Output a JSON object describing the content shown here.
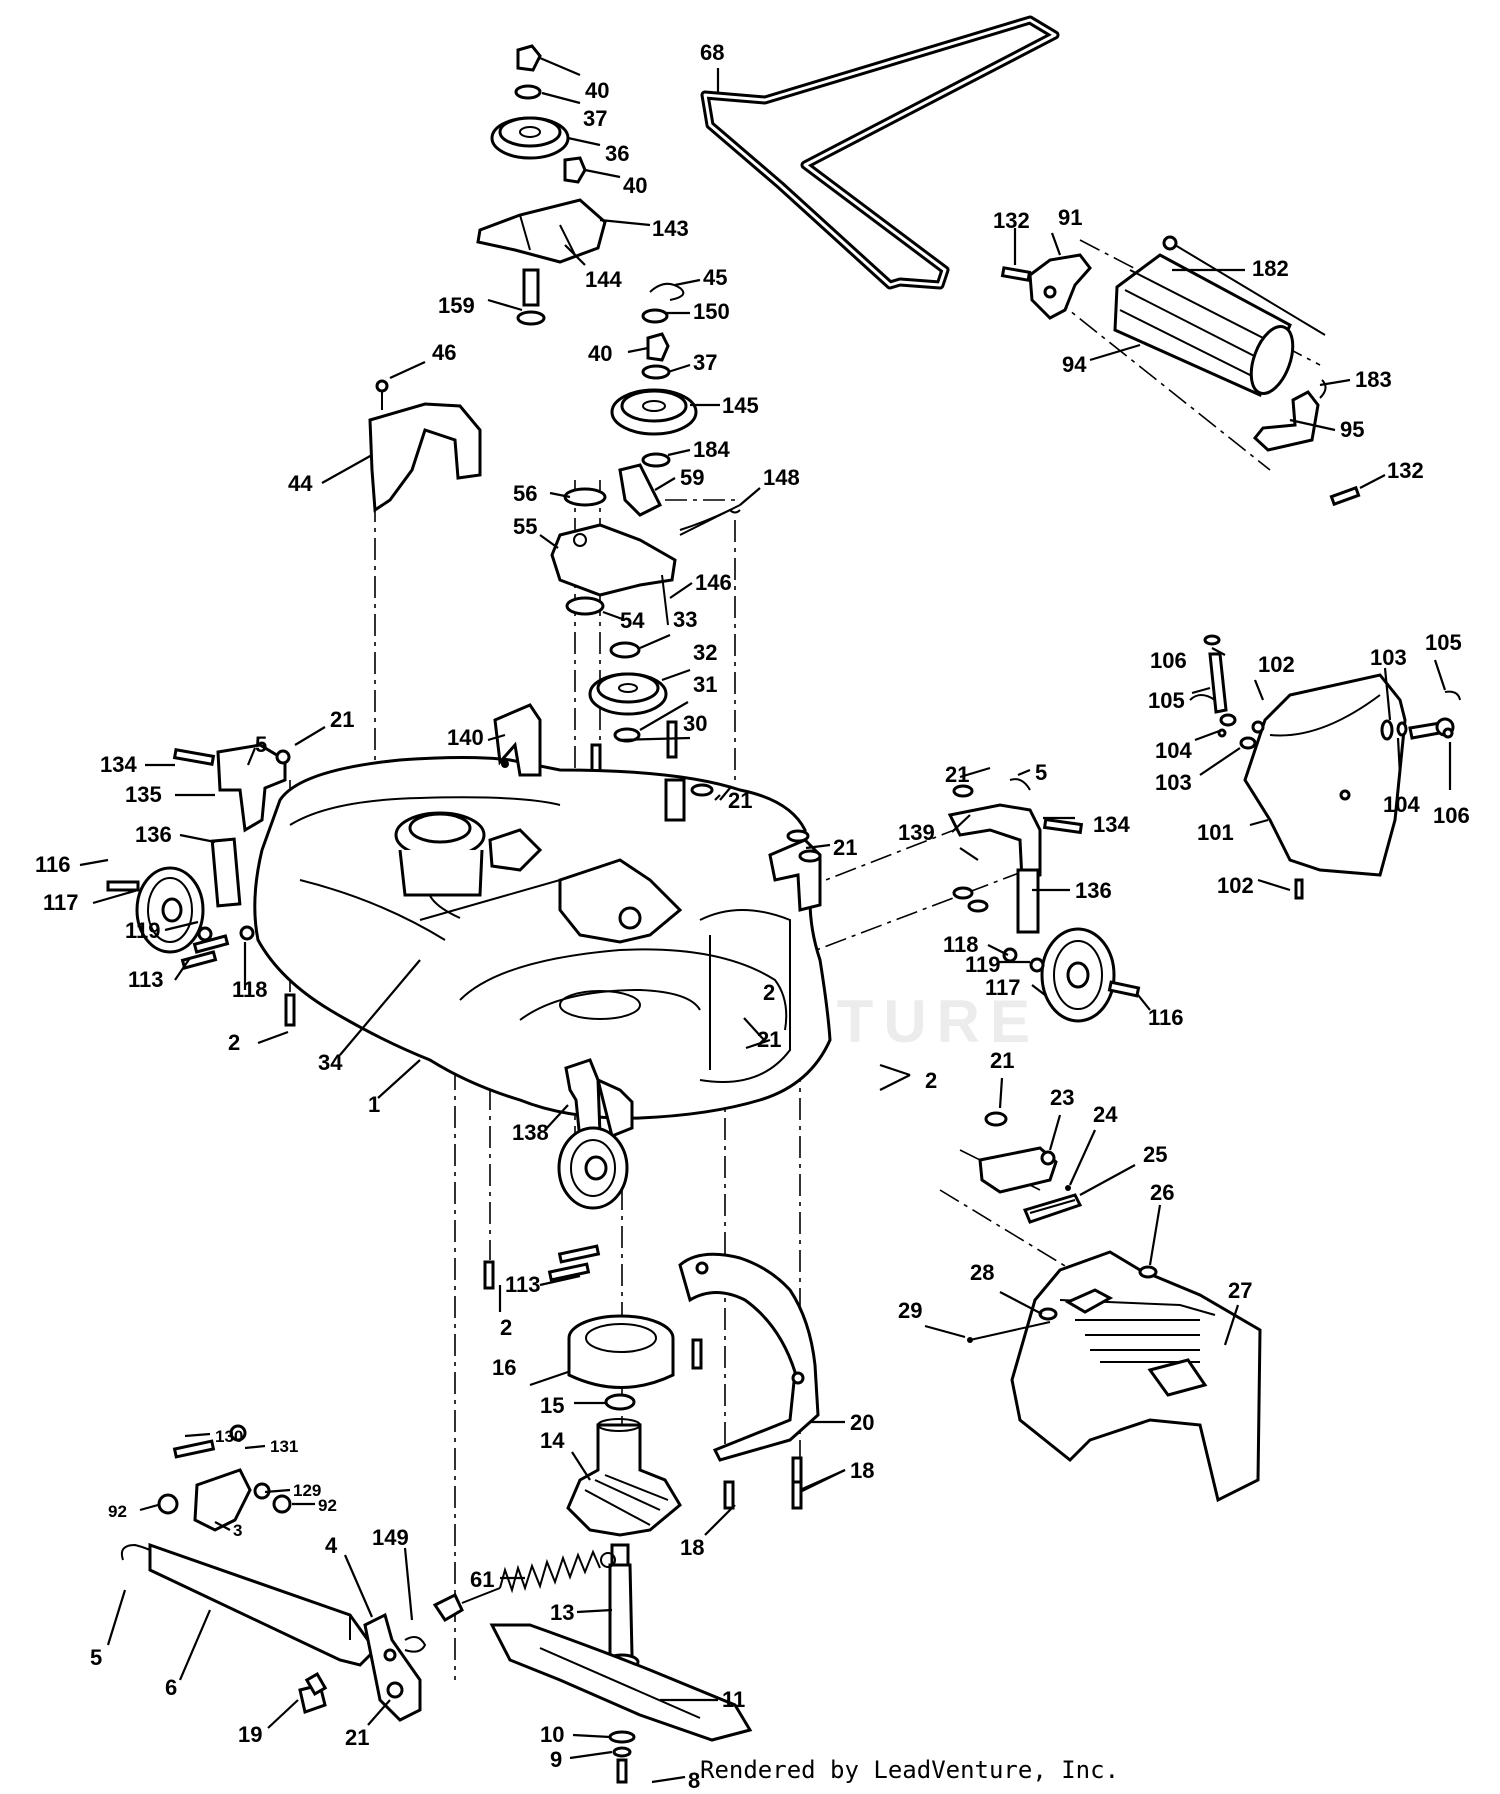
{
  "footer": {
    "rendered_by": "Rendered by LeadVenture, Inc."
  },
  "watermark": {
    "text": "LEADVENTURE"
  },
  "part_numbers": [
    "40",
    "37",
    "36",
    "40",
    "143",
    "144",
    "159",
    "68",
    "132",
    "91",
    "182",
    "94",
    "183",
    "95",
    "132",
    "45",
    "150",
    "40",
    "37",
    "145",
    "184",
    "46",
    "44",
    "56",
    "59",
    "148",
    "55",
    "146",
    "54",
    "33",
    "32",
    "31",
    "30",
    "21",
    "140",
    "5",
    "134",
    "135",
    "136",
    "116",
    "117",
    "119",
    "113",
    "118",
    "2",
    "34",
    "1",
    "21",
    "21",
    "5",
    "139",
    "134",
    "21",
    "136",
    "118",
    "119",
    "117",
    "116",
    "2",
    "21",
    "2",
    "138",
    "106",
    "105",
    "102",
    "103",
    "105",
    "104",
    "103",
    "104",
    "106",
    "101",
    "102",
    "21",
    "23",
    "24",
    "25",
    "26",
    "27",
    "28",
    "29",
    "113",
    "2",
    "16",
    "15",
    "14",
    "20",
    "18",
    "18",
    "130",
    "131",
    "129",
    "92",
    "92",
    "3",
    "61",
    "4",
    "149",
    "13",
    "5",
    "6",
    "19",
    "21",
    "11",
    "10",
    "9",
    "8"
  ]
}
